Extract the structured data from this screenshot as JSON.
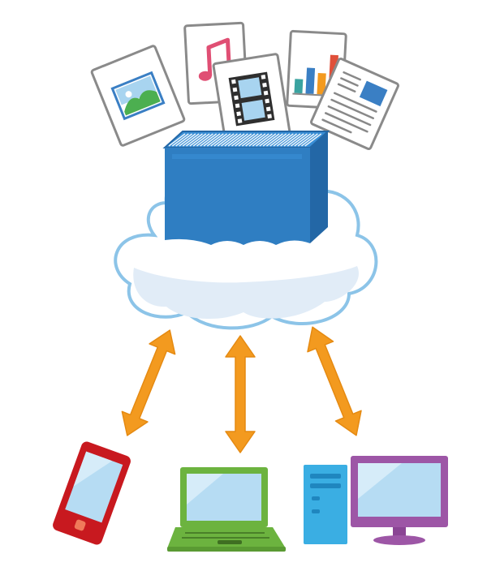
{
  "scene": {
    "subject": "cloud-storage",
    "documents": [
      {
        "kind": "image-file",
        "icon": "picture-icon"
      },
      {
        "kind": "music-file",
        "icon": "music-note-icon"
      },
      {
        "kind": "video-file",
        "icon": "film-icon"
      },
      {
        "kind": "chart-file",
        "icon": "bar-chart-icon"
      },
      {
        "kind": "news-file",
        "icon": "newspaper-icon"
      }
    ],
    "devices": [
      {
        "kind": "smartphone",
        "icon": "smartphone-icon"
      },
      {
        "kind": "laptop",
        "icon": "laptop-icon"
      },
      {
        "kind": "desktop-pc",
        "icon": "desktop-pc-icon"
      }
    ],
    "chart_bar_levels": [
      0.3,
      0.55,
      0.45,
      0.85
    ],
    "colors": {
      "cloud_outline": "#8cc4e8",
      "cloud_fill": "#ffffff",
      "cloud_shade": "#e1ecf7",
      "server_front": "#2f7ec2",
      "server_side": "#2367a6",
      "server_top": "#3a8fd6",
      "arrow": "#f39a1f",
      "arrow_outline": "#e58a12",
      "phone": "#c8191f",
      "laptop": "#6cb33f",
      "desktop_tower": "#3aaee3",
      "monitor": "#9d56a6",
      "screen": "#b6dcf3",
      "paper_border": "#8a8a8a",
      "music": "#e04f74",
      "bar_teal": "#3aa3a0",
      "bar_blue": "#3a7fc4",
      "bar_orange": "#f39a1f",
      "bar_red": "#e0503a"
    }
  }
}
